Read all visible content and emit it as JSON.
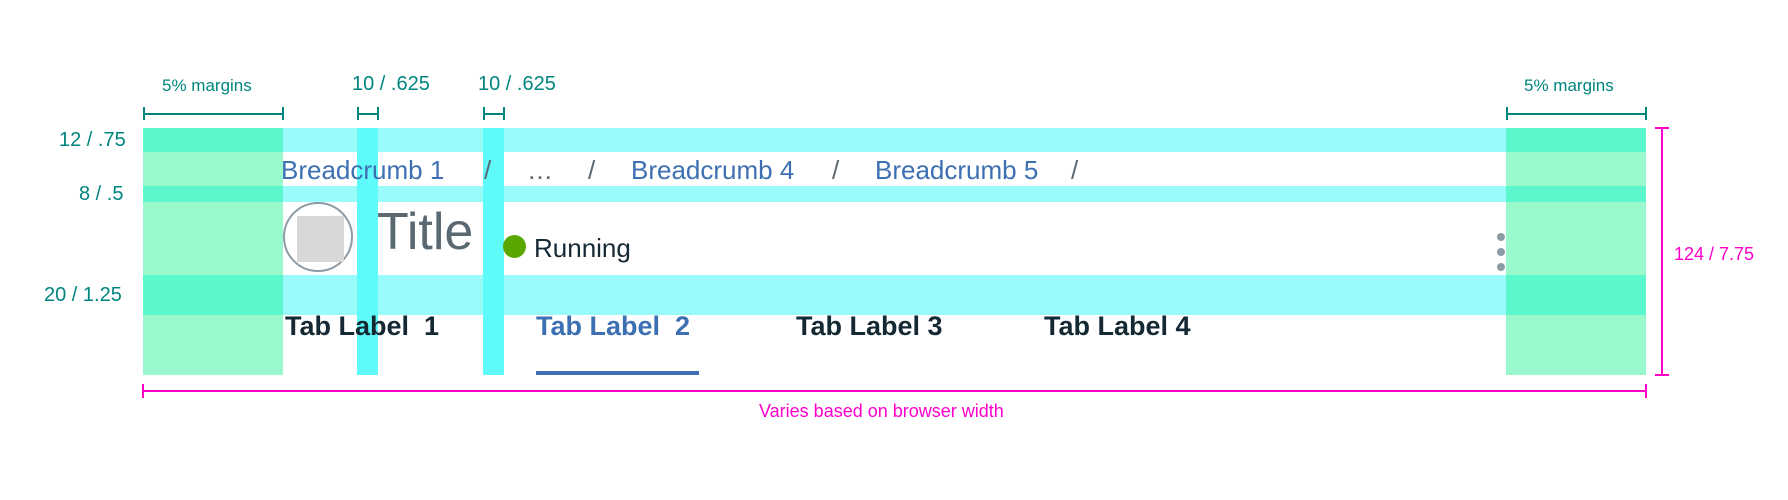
{
  "annotations": {
    "margin_left_label": "5% margins",
    "margin_right_label": "5% margins",
    "gutter_1_label": "10 / .625",
    "gutter_2_label": "10 / .625",
    "row_top_label": "12 / .75",
    "row_mid_label": "8 / .5",
    "row_tabs_label": "20 / 1.25",
    "height_label": "124 / 7.75",
    "width_label": "Varies based on browser width"
  },
  "breadcrumbs": {
    "items": [
      "Breadcrumb 1",
      "…",
      "Breadcrumb 4",
      "Breadcrumb 5"
    ],
    "separator": "/"
  },
  "header": {
    "title": "Title",
    "status": "Running",
    "status_color": "#5aa700"
  },
  "tabs": {
    "items": [
      "Tab Label  1",
      "Tab Label  2",
      "Tab Label 3",
      "Tab Label 4"
    ],
    "active_index": 1
  },
  "colors": {
    "accent": "#3d70b2",
    "annotation_teal": "#00857e",
    "annotation_magenta": "#ff00cc",
    "spacing_cyan": "#99fcfb",
    "margin_green": "#99f9cc"
  },
  "icons": {
    "avatar": "avatar-placeholder-icon",
    "status": "status-dot-icon",
    "overflow": "overflow-menu-icon"
  }
}
